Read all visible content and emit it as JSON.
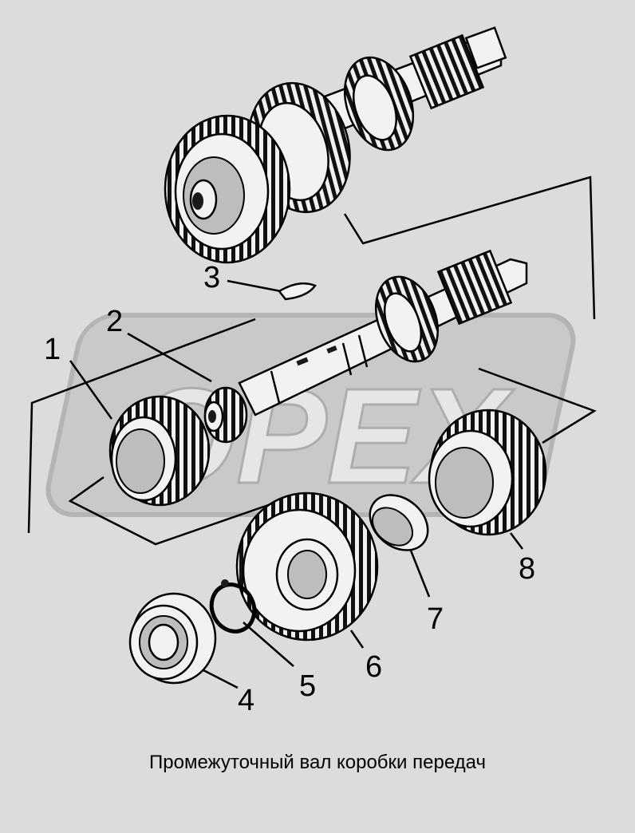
{
  "watermark": "OPEX",
  "caption": "Промежуточный вал коробки передач",
  "callouts": [
    "1",
    "2",
    "3",
    "4",
    "5",
    "6",
    "7",
    "8"
  ]
}
